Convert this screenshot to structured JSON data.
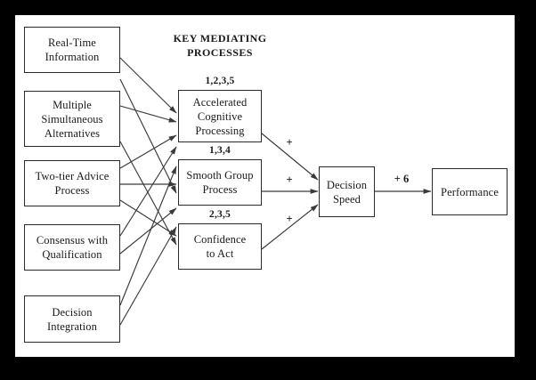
{
  "figure": {
    "background_color": "#000000",
    "canvas_color": "#ffffff",
    "line_color": "#3a3a3a",
    "text_color": "#1a1a1a",
    "header": "KEY MEDIATING\nPROCESSES"
  },
  "antecedents": [
    {
      "id": "real-time-information",
      "label": "Real-Time\nInformation"
    },
    {
      "id": "multiple-simultaneous-alternatives",
      "label": "Multiple\nSimultaneous\nAlternatives"
    },
    {
      "id": "two-tier-advice-process",
      "label": "Two-tier Advice\nProcess"
    },
    {
      "id": "consensus-with-qualification",
      "label": "Consensus with\nQualification"
    },
    {
      "id": "decision-integration",
      "label": "Decision\nIntegration"
    }
  ],
  "mediators": [
    {
      "id": "accelerated-cognitive-processing",
      "label": "Accelerated\nCognitive\nProcessing",
      "sources": "1,2,3,5",
      "sign": "+"
    },
    {
      "id": "smooth-group-process",
      "label": "Smooth Group\nProcess",
      "sources": "1,3,4",
      "sign": "+"
    },
    {
      "id": "confidence-to-act",
      "label": "Confidence\nto Act",
      "sources": "2,3,5",
      "sign": "+"
    }
  ],
  "outcomes": [
    {
      "id": "decision-speed",
      "label": "Decision\nSpeed"
    },
    {
      "id": "performance",
      "label": "Performance"
    }
  ],
  "edges": {
    "decision_speed_to_performance_sign": "+ 6"
  }
}
